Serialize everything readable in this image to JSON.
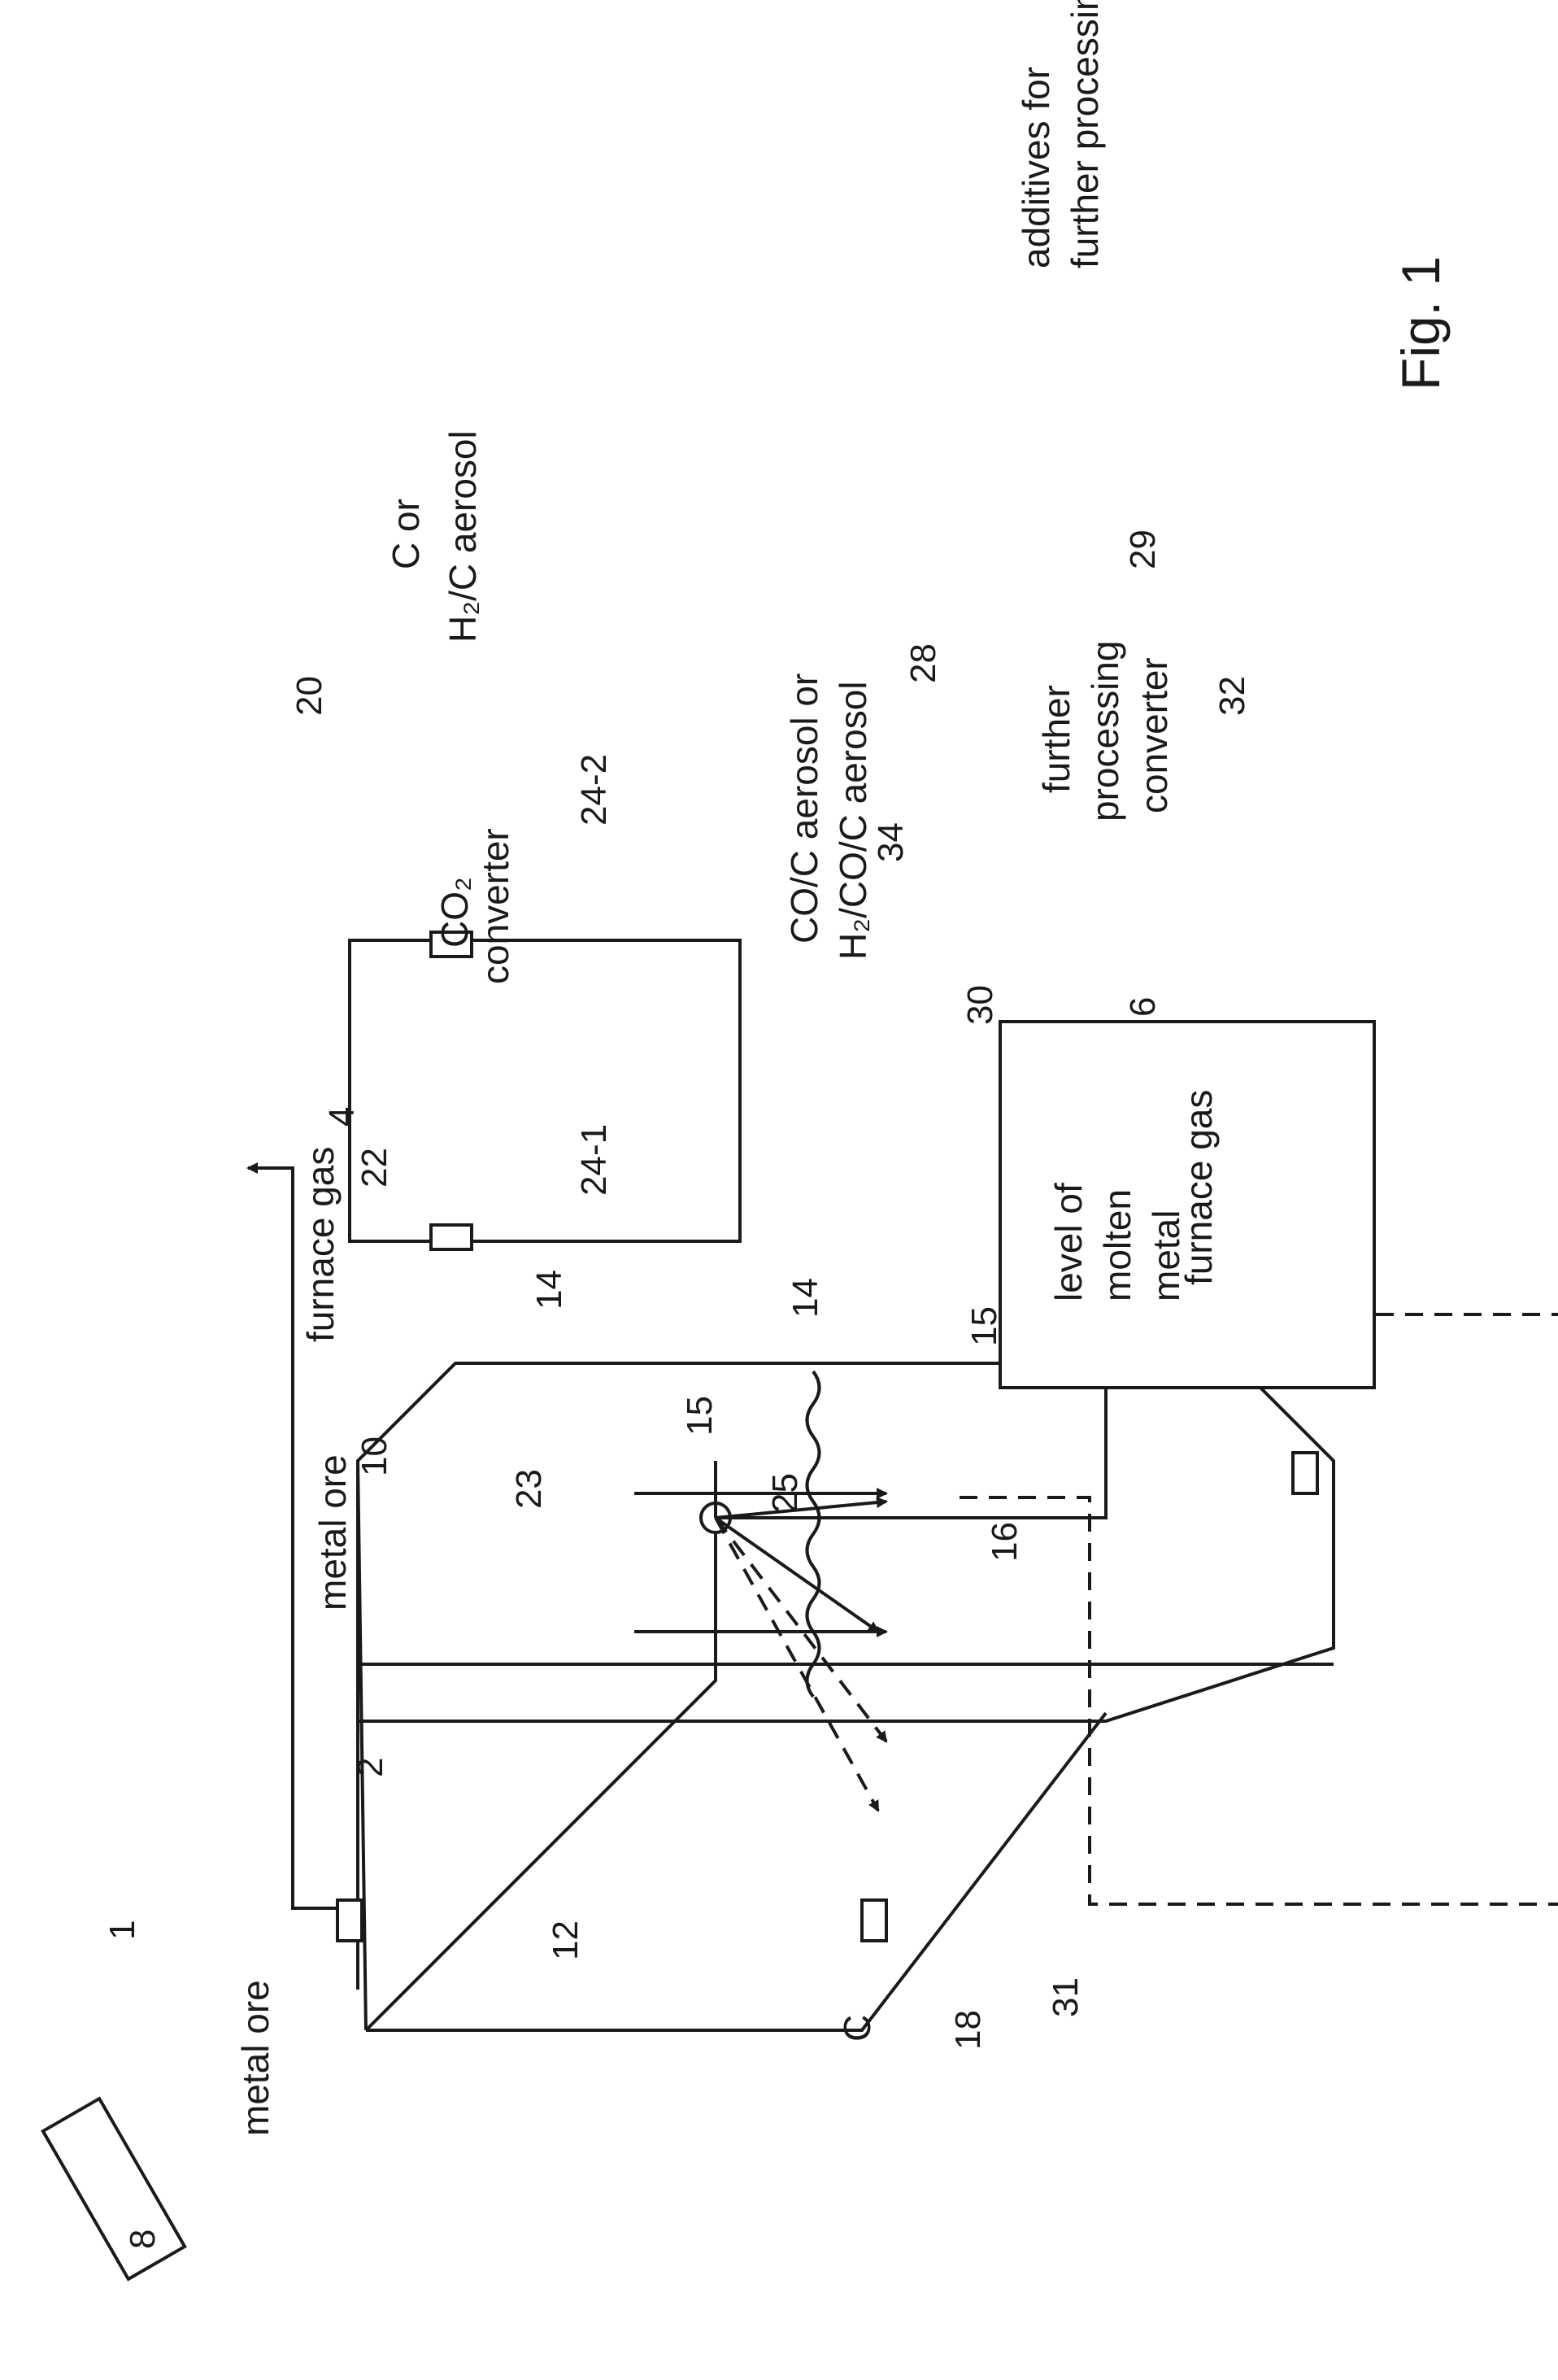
{
  "figure": {
    "caption": "Fig. 1"
  },
  "labels": {
    "metal_ore": "metal ore",
    "furnace_gas_top": "furnace gas",
    "furnace_gas_bottom": "furnace gas",
    "c_input_furnace": "C",
    "level_line1": "level of",
    "level_line2": "molten",
    "level_line3": "metal",
    "aerosol_line1": "CO/C aerosol or",
    "aerosol_line2": "H₂/CO/C aerosol",
    "c_or_line1": "C or",
    "c_or_line2": "H₂/C aerosol",
    "co2_line1": "CO₂",
    "co2_line2": "converter",
    "further_line1": "further",
    "further_line2": "processing",
    "further_line3": "converter",
    "additives_line1": "additives for",
    "additives_line2": "further processing"
  },
  "refs": {
    "r1": "1",
    "r2": "2",
    "r4": "4",
    "r6": "6",
    "r8": "8",
    "r10": "10",
    "r12": "12",
    "r14a": "14",
    "r14b": "14",
    "r15a": "15",
    "r15b": "15",
    "r16": "16",
    "r18": "18",
    "r20": "20",
    "r22": "22",
    "r23": "23",
    "r24_1": "24-1",
    "r24_2": "24-2",
    "r25": "25",
    "r28": "28",
    "r29": "29",
    "r30": "30",
    "r31": "31",
    "r32": "32",
    "r34": "34"
  }
}
